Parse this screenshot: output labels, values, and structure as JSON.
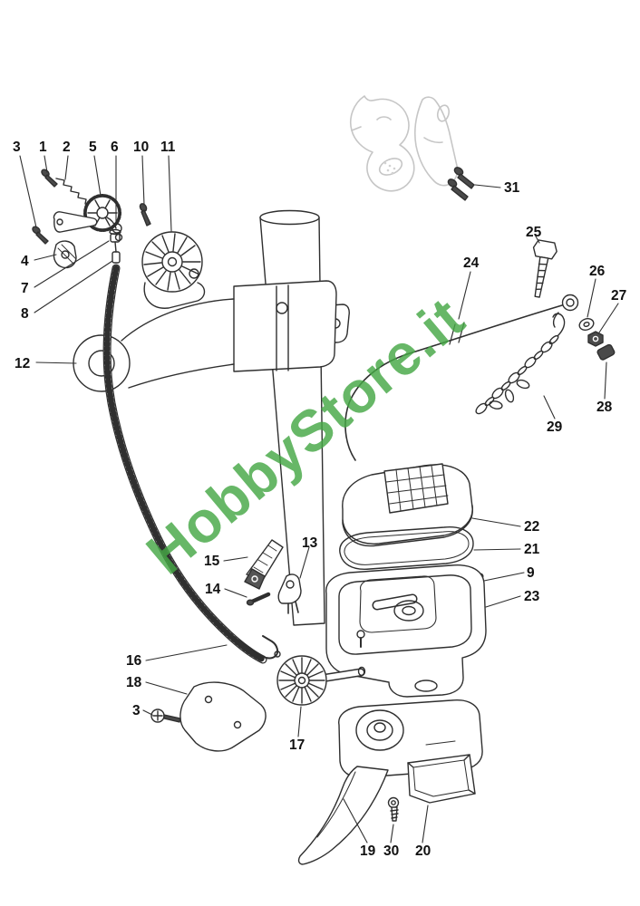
{
  "watermark": {
    "text": "HobbyStore.it",
    "color": "#46a846"
  },
  "colors": {
    "line": "#2f2f2f",
    "ghost": "#c6c6c6",
    "watermark": "#46a846"
  },
  "diagram": {
    "type": "exploded-parts-diagram",
    "callouts": [
      {
        "label": "3"
      },
      {
        "label": "1"
      },
      {
        "label": "2"
      },
      {
        "label": "5"
      },
      {
        "label": "6"
      },
      {
        "label": "10"
      },
      {
        "label": "11"
      },
      {
        "label": "31"
      },
      {
        "label": "25"
      },
      {
        "label": "24"
      },
      {
        "label": "26"
      },
      {
        "label": "27"
      },
      {
        "label": "4"
      },
      {
        "label": "7"
      },
      {
        "label": "8"
      },
      {
        "label": "12"
      },
      {
        "label": "28"
      },
      {
        "label": "29"
      },
      {
        "label": "22"
      },
      {
        "label": "21"
      },
      {
        "label": "9"
      },
      {
        "label": "23"
      },
      {
        "label": "13"
      },
      {
        "label": "15"
      },
      {
        "label": "14"
      },
      {
        "label": "16"
      },
      {
        "label": "18"
      },
      {
        "label": "3"
      },
      {
        "label": "17"
      },
      {
        "label": "19"
      },
      {
        "label": "30"
      },
      {
        "label": "20"
      }
    ]
  }
}
